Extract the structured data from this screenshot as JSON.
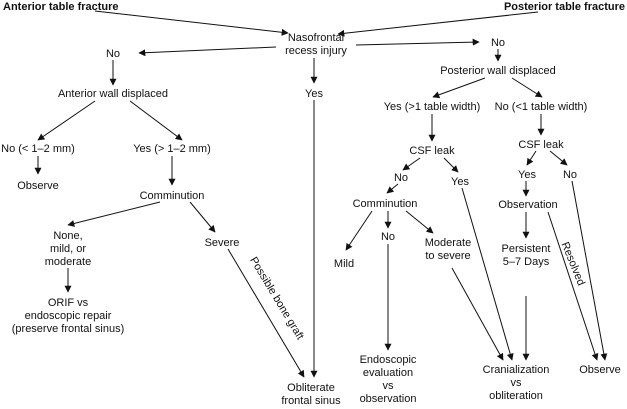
{
  "nodes": {
    "anterior_table_fracture": "Anterior table fracture",
    "posterior_table_fracture": "Posterior table fracture",
    "nasofrontal_l1": "Nasofrontal",
    "nasofrontal_l2": "recess injury",
    "left_no": "No",
    "center_yes": "Yes",
    "right_no": "No",
    "anterior_wall_displaced": "Anterior wall displaced",
    "posterior_wall_displaced": "Posterior wall displaced",
    "ant_no_small": "No (< 1–2 mm)",
    "ant_yes_large": "Yes (> 1–2 mm)",
    "observe_left": "Observe",
    "comminution_left": "Comminution",
    "mild_group_l1": "None,",
    "mild_group_l2": "mild, or",
    "mild_group_l3": "moderate",
    "severe": "Severe",
    "orif_l1": "ORIF vs",
    "orif_l2": "endoscopic repair",
    "orif_l3": "(preserve frontal sinus)",
    "possible_bone_graft": "Possible bone graft",
    "obliterate_l1": "Obliterate",
    "obliterate_l2": "frontal sinus",
    "post_yes_wide": "Yes (>1 table width)",
    "post_no_narrow": "No (<1 table width)",
    "csf_leak_left": "CSF leak",
    "csf_leak_right": "CSF leak",
    "csf_no_left": "No",
    "csf_yes_left": "Yes",
    "csf_yes_right": "Yes",
    "csf_no_right": "No",
    "comminution_right": "Comminution",
    "mild": "Mild",
    "comm_no": "No",
    "moderate_l1": "Moderate",
    "moderate_l2": "to severe",
    "observation": "Observation",
    "persistent_l1": "Persistent",
    "persistent_l2": "5–7 Days",
    "resolved": "Resolved",
    "endo_l1": "Endoscopic",
    "endo_l2": "evaluation",
    "endo_l3": "vs",
    "endo_l4": "observation",
    "cran_l1": "Cranialization",
    "cran_l2": "vs",
    "cran_l3": "obliteration",
    "observe_right": "Observe"
  }
}
